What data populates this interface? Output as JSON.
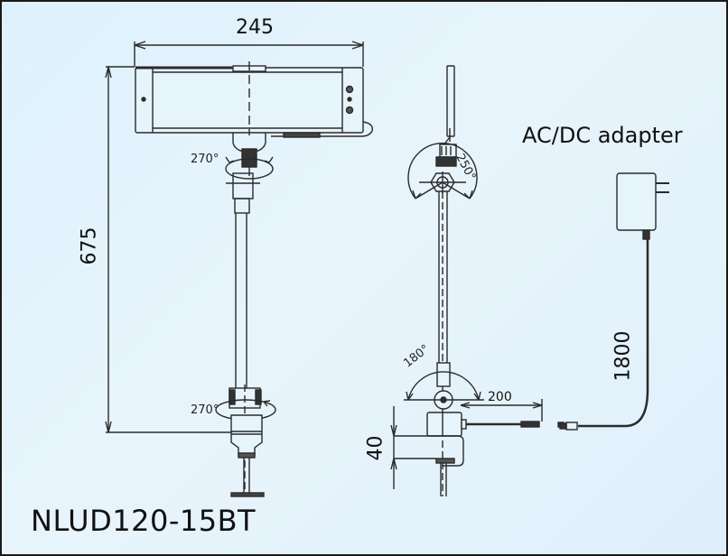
{
  "diagram": {
    "type": "technical-dimension-drawing",
    "model_name": "NLUD120-15BT",
    "colors": {
      "background": "#e0f2fc",
      "line": "#2a2a2a",
      "frame_border": "#1a1a1a"
    },
    "front_view": {
      "width_dimension": "245",
      "height_dimension": "675",
      "head_rotation_label": "270°",
      "base_rotation_label": "270°"
    },
    "side_view": {
      "head_tilt_label": "250°",
      "arm_tilt_label": "180°",
      "clamp_height_dimension": "40",
      "cable_length_dimension": "200"
    },
    "adapter": {
      "label": "AC/DC adapter",
      "cable_length_dimension": "1800"
    }
  }
}
